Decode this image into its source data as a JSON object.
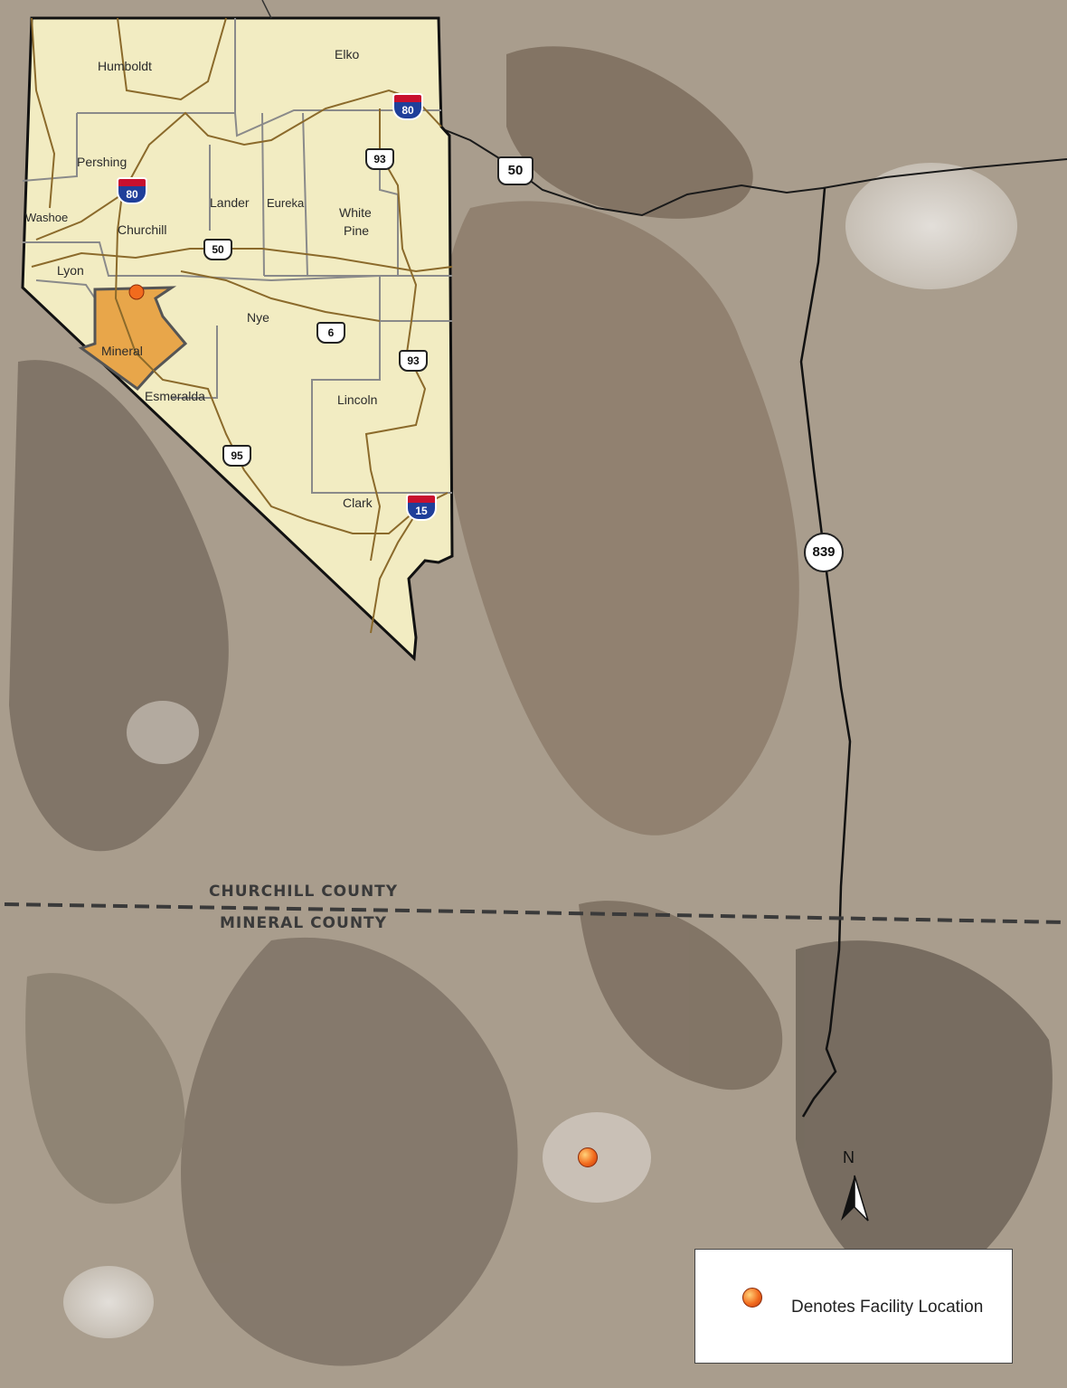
{
  "inset": {
    "counties": [
      "Humboldt",
      "Elko",
      "Pershing",
      "Washoe",
      "Churchill",
      "Lander",
      "Eureka",
      "White Pine",
      "Lyon",
      "Nye",
      "Mineral",
      "Esmeralda",
      "Lincoln",
      "Clark"
    ],
    "highlighted_county": "Mineral",
    "highlight_color": "#e8a64a",
    "state_fill": "#f2ecc2",
    "interstates": [
      "80",
      "80",
      "15"
    ],
    "us_routes": [
      "50",
      "93",
      "50",
      "6",
      "93",
      "95"
    ]
  },
  "labels": {
    "white_pine_line1": "White",
    "white_pine_line2": "Pine"
  },
  "state_route": "839",
  "boundary": {
    "north_county": "CHURCHILL COUNTY",
    "south_county": "MINERAL COUNTY"
  },
  "us_route_main": "50",
  "north_arrow": "N",
  "legend": {
    "text": "Denotes Facility Location",
    "marker_color": "#f26b1d"
  }
}
